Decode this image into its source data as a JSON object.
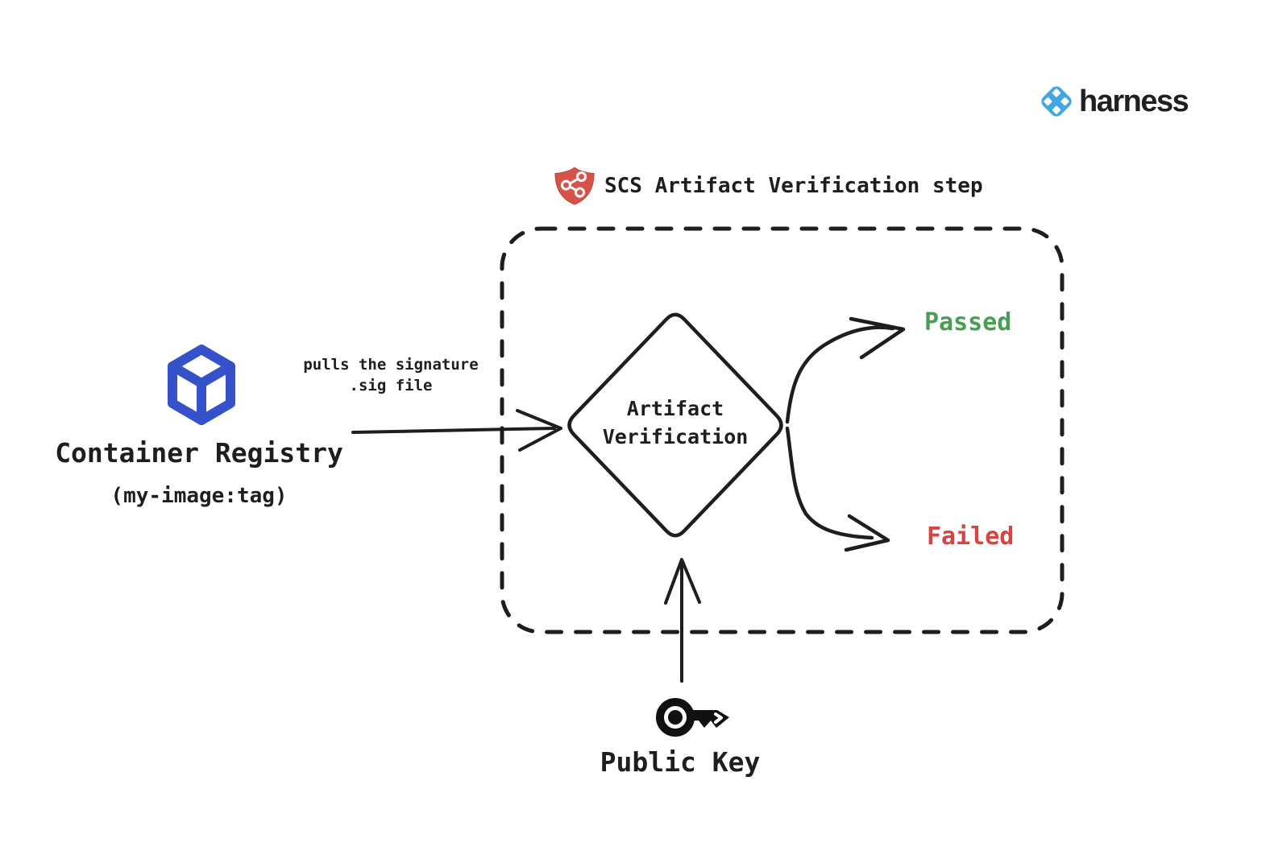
{
  "brand": {
    "name": "harness",
    "icon": "harness-diamond-icon",
    "icon_color": "#42a7e0",
    "text_color": "#1f1f24"
  },
  "title": {
    "text": "SCS Artifact Verification step",
    "icon": "scs-shield-icon",
    "icon_color": "#d65348"
  },
  "registry": {
    "label": "Container Registry",
    "sublabel": "(my-image:tag)",
    "icon": "container-cube-icon",
    "icon_color": "#3552cb"
  },
  "flow": {
    "pull_label_line1": "pulls the signature",
    "pull_label_line2": ".sig file",
    "decision": {
      "line1": "Artifact",
      "line2": "Verification"
    },
    "outcomes": [
      {
        "label": "Passed",
        "color": "#4a9d55"
      },
      {
        "label": "Failed",
        "color": "#d84440"
      }
    ],
    "input": {
      "label": "Public Key",
      "icon": "key-icon"
    }
  },
  "colors": {
    "stroke": "#1e1e1e",
    "passed": "#4a9d55",
    "failed": "#d84440"
  }
}
